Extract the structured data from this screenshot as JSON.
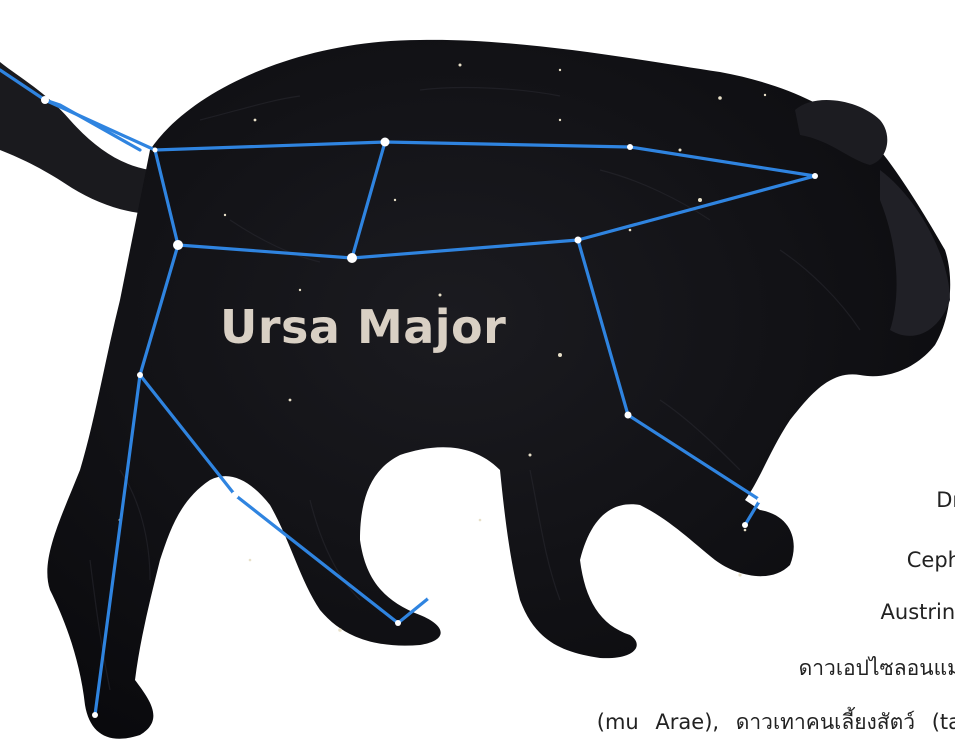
{
  "image": {
    "constellation_label": "Ursa Major"
  },
  "text_fragment": {
    "lines": [
      "Dr",
      "Ceph",
      "Austrini",
      "ดาวเอปไซลอนแม่",
      "(mu  Arae),  ดาวเทาคนเลี้ยงสัตว์  (ta"
    ]
  },
  "colors": {
    "bear_body": "#141418",
    "constellation_line": "#2f84e0",
    "star": "#ffffff",
    "label": "#d9d0c4"
  }
}
